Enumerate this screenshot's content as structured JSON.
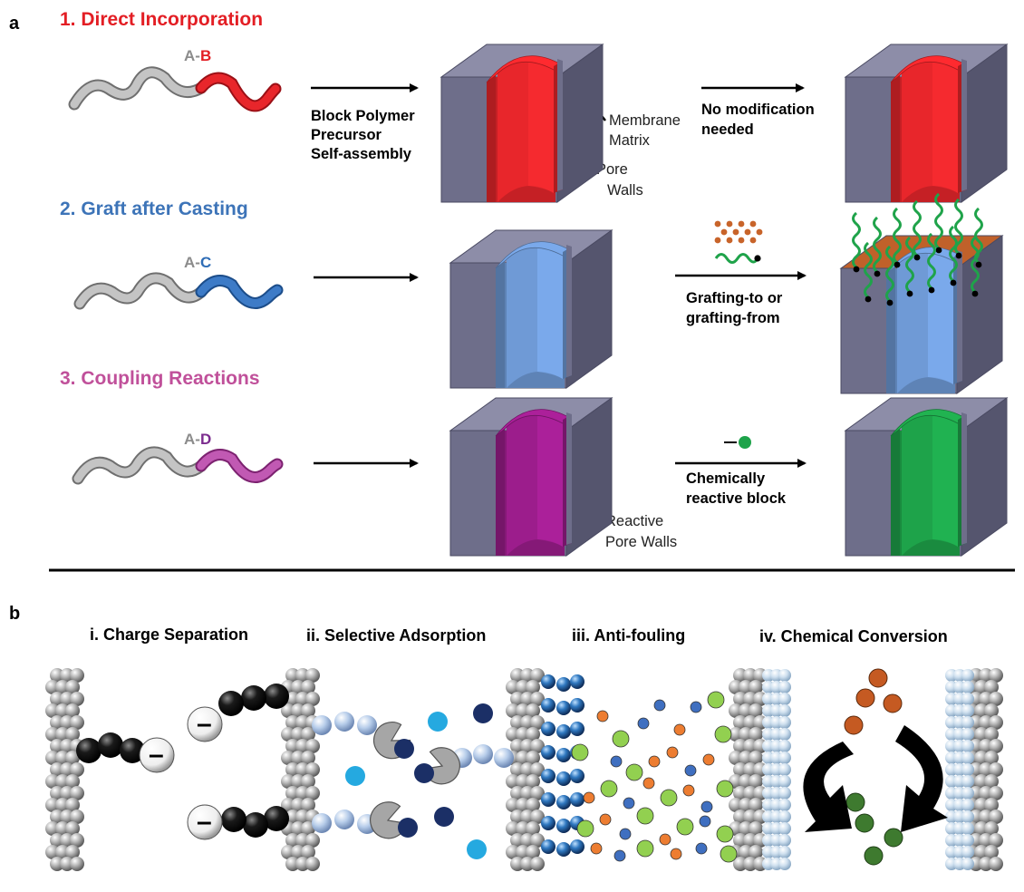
{
  "panel_a": {
    "label": "a",
    "rows": [
      {
        "title": "1. Direct Incorporation",
        "title_color": "#e31e24",
        "copolymer": {
          "a": "A",
          "dash": "-",
          "b": "B",
          "b_color": "#e31e24"
        },
        "step1": [
          "Block Polymer",
          "Precursor",
          "Self-assembly"
        ],
        "callouts": [
          [
            "Membrane",
            "Matrix"
          ],
          [
            "Pore",
            "Walls"
          ]
        ],
        "step2": [
          "No modification",
          "needed"
        ],
        "wall_color": "#e8262b",
        "final_wall_color": "#e8262b"
      },
      {
        "title": "2. Graft after Casting",
        "title_color": "#3d74b8",
        "copolymer": {
          "a": "A",
          "dash": "-",
          "b": "C",
          "b_color": "#2f6db6"
        },
        "step2": [
          "Grafting-to or",
          "grafting-from"
        ],
        "wall_color": "#6f9ad6",
        "final_wall_color": "#6f9ad6"
      },
      {
        "title": "3. Coupling Reactions",
        "title_color": "#c0509a",
        "copolymer": {
          "a": "A",
          "dash": "-",
          "b": "D",
          "b_color": "#7b2c8e"
        },
        "callouts": [
          [
            "Reactive",
            "Pore Walls"
          ]
        ],
        "step2": [
          "Chemically",
          "reactive block"
        ],
        "wall_color": "#9c1d8c",
        "final_wall_color": "#1ea34a"
      }
    ]
  },
  "panel_b": {
    "label": "b",
    "titles": [
      "i. Charge Separation",
      "ii. Selective Adsorption",
      "iii. Anti-fouling",
      "iv. Chemical Conversion"
    ],
    "charge_symbol": "–"
  },
  "colors": {
    "matrix_front": "#6e6e8a",
    "matrix_top": "#8d8da8",
    "matrix_side": "#55556e",
    "polymer_gray": "#b8b8b8",
    "graft_green": "#1fa34a",
    "dot_orange": "#c8642a",
    "bead_gray": "#b0b0b0",
    "bead_blue": "#2c6fb0",
    "bead_black": "#111111",
    "adsorb_light": "#a9c3e6",
    "adsorb_dark": "#1b2f66",
    "adsorb_cyan": "#25a9e0",
    "foul_green": "#92d050",
    "foul_blue": "#3f6fc0",
    "foul_orange": "#ed7d31",
    "conv_orange": "#c55a22",
    "conv_green": "#3e7a2f"
  }
}
